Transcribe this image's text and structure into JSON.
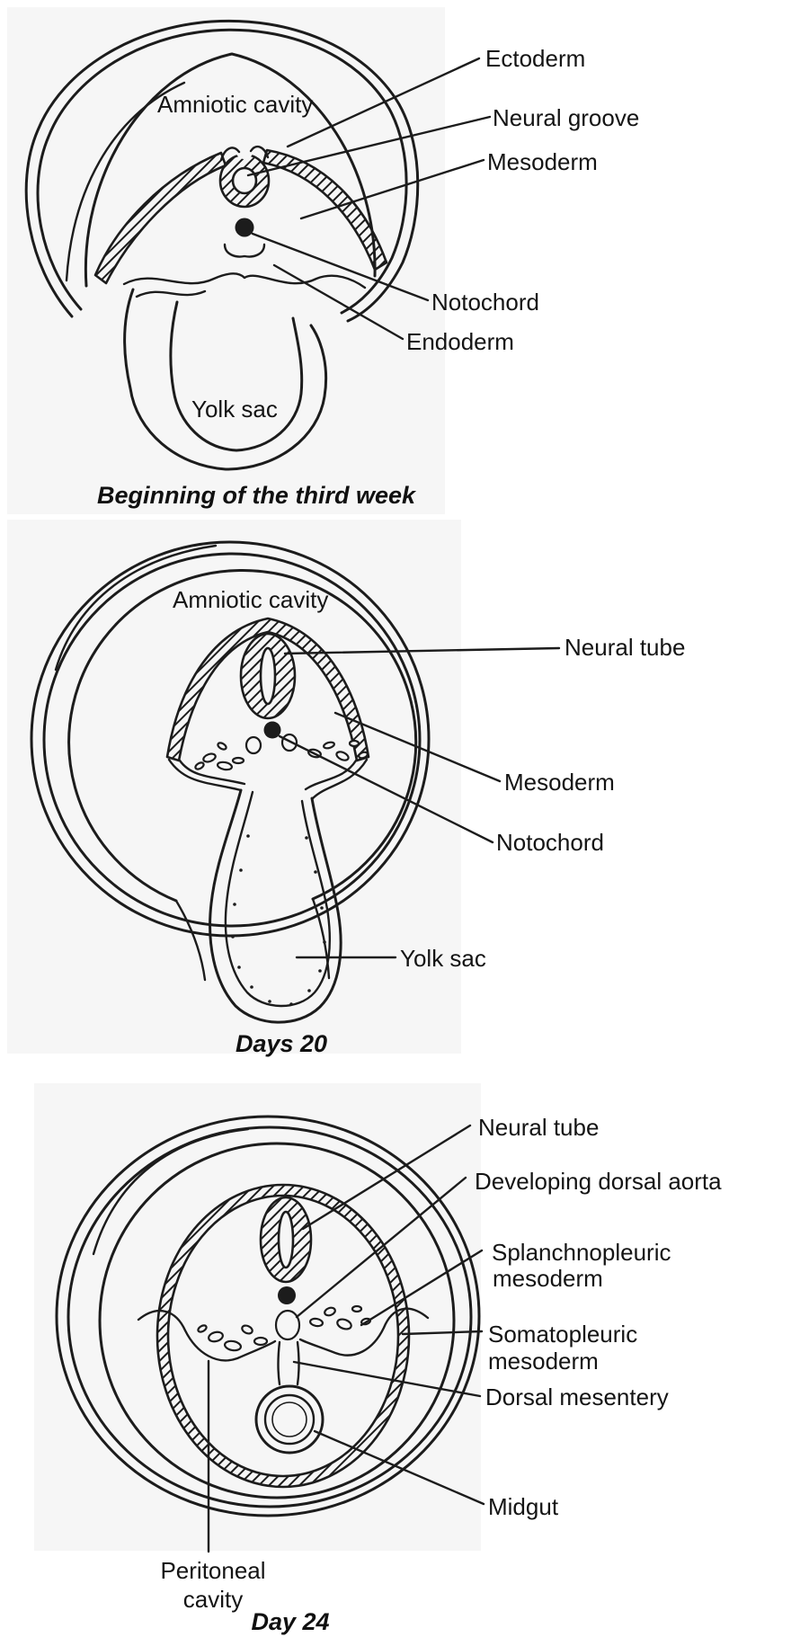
{
  "page": {
    "background": "#ffffff",
    "panel_background": "#f6f6f6",
    "ink_color": "#1c1c1c"
  },
  "diagram1": {
    "caption": "Beginning of the third week",
    "labels": {
      "amniotic_cavity": "Amniotic cavity",
      "ectoderm": "Ectoderm",
      "neural_groove": "Neural groove",
      "mesoderm": "Mesoderm",
      "notochord": "Notochord",
      "endoderm": "Endoderm",
      "yolk_sac": "Yolk sac"
    }
  },
  "diagram2": {
    "caption": "Days 20",
    "labels": {
      "amniotic_cavity": "Amniotic cavity",
      "neural_tube": "Neural tube",
      "mesoderm": "Mesoderm",
      "notochord": "Notochord",
      "yolk_sac": "Yolk sac"
    }
  },
  "diagram3": {
    "caption": "Day 24",
    "labels": {
      "neural_tube": "Neural tube",
      "developing_dorsal_aorta": "Developing dorsal aorta",
      "splanchnopleuric_line1": "Splanchnopleuric",
      "splanchnopleuric_line2": "mesoderm",
      "somatopleuric_line1": "Somatopleuric",
      "somatopleuric_line2": "mesoderm",
      "dorsal_mesentery": "Dorsal mesentery",
      "midgut": "Midgut",
      "peritoneal_line1": "Peritoneal",
      "peritoneal_line2": "cavity"
    }
  }
}
